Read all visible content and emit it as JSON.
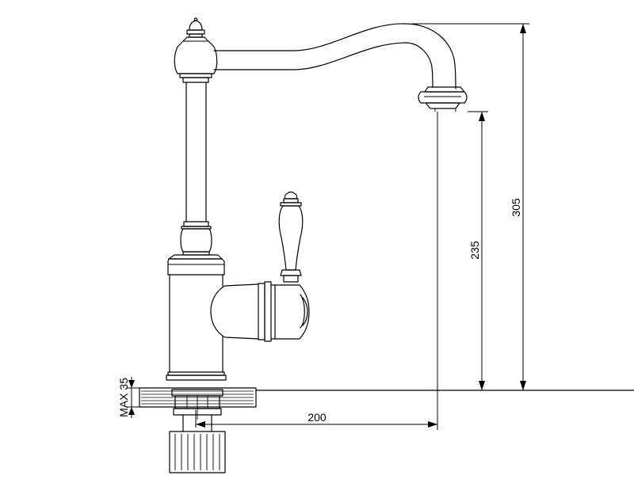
{
  "dimensions": {
    "overall_height": "305",
    "spout_height": "235",
    "spout_reach": "200",
    "max_counter": "MAX 35"
  },
  "colors": {
    "line": "#000000",
    "background": "#ffffff"
  }
}
